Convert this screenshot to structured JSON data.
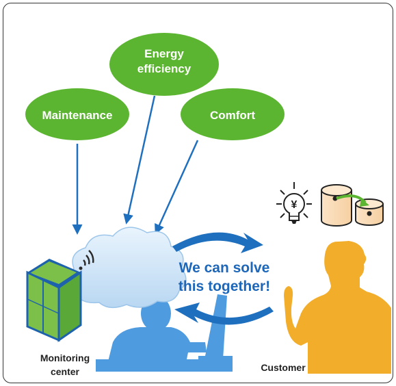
{
  "bubbles": {
    "maintenance": "Maintenance",
    "energy_line1": "Energy",
    "energy_line2": "efficiency",
    "comfort": "Comfort"
  },
  "slogan": {
    "line1": "We can solve",
    "line2": "this together!"
  },
  "labels": {
    "monitoring_line1": "Monitoring",
    "monitoring_line2": "center",
    "customer": "Customer"
  },
  "icons": {
    "bulb": "lightbulb-yen-icon",
    "cylinders": "storage-transfer-icon",
    "wifi": "wireless-signal-icon",
    "building": "building-icon",
    "cloud": "cloud-icon"
  },
  "colors": {
    "bubble_green": "#5cb531",
    "arrow_blue": "#1f6fbf",
    "slogan_blue": "#1d66b8",
    "customer_orange": "#f2ad2a",
    "operator_blue": "#4f9be0",
    "building_green": "#7cc04a",
    "building_blue": "#1e62ac"
  }
}
